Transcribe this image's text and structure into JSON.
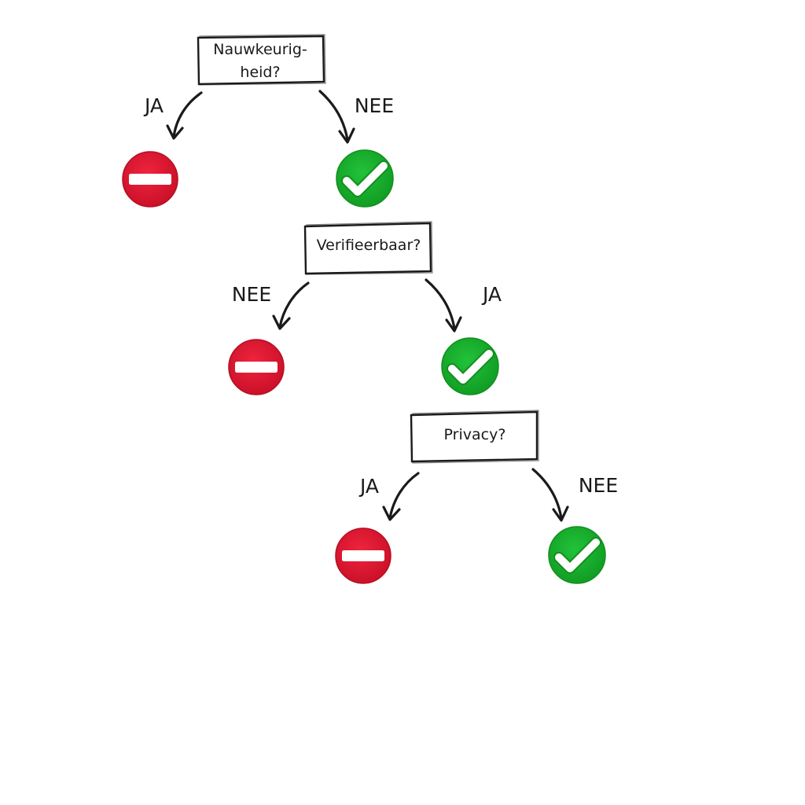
{
  "colors": {
    "no_entry_red": "#e0132f",
    "no_entry_dark": "#b50f25",
    "check_green": "#19b22e",
    "check_dark": "#12901f",
    "ink": "#1a1a1a"
  },
  "decisions": [
    {
      "question_lines": [
        "Nauwkeurig-",
        "heid?"
      ],
      "left": {
        "label": "JA",
        "outcome": "no-entry-icon"
      },
      "right": {
        "label": "NEE",
        "outcome": "checkmark-icon"
      }
    },
    {
      "question_lines": [
        "Verifieerbaar?"
      ],
      "left": {
        "label": "NEE",
        "outcome": "no-entry-icon"
      },
      "right": {
        "label": "JA",
        "outcome": "checkmark-icon"
      }
    },
    {
      "question_lines": [
        "Privacy?"
      ],
      "left": {
        "label": "JA",
        "outcome": "no-entry-icon"
      },
      "right": {
        "label": "NEE",
        "outcome": "checkmark-icon"
      }
    }
  ]
}
